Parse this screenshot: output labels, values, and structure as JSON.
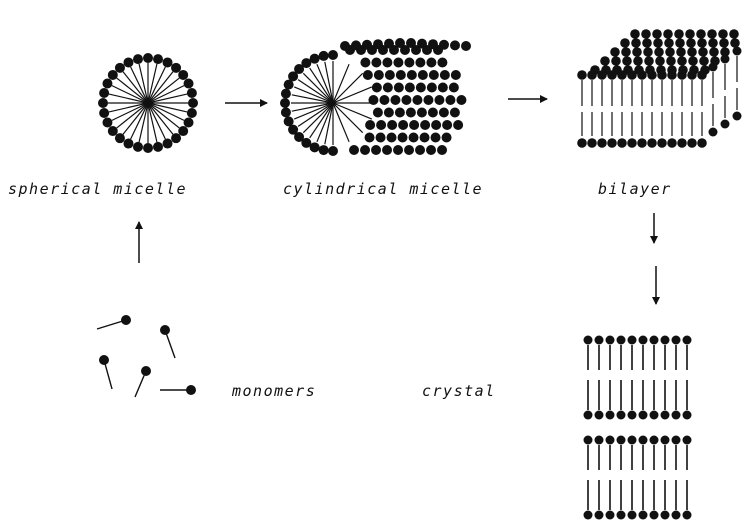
{
  "labels": {
    "spherical": "spherical micelle",
    "cylindrical": "cylindrical micelle",
    "bilayer": "bilayer",
    "monomers": "monomers",
    "crystal": "crystal"
  },
  "colors": {
    "ink": "#111111",
    "background": "#ffffff"
  }
}
